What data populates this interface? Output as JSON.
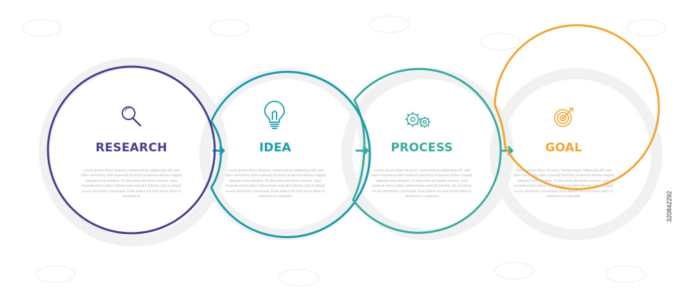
{
  "steps": [
    {
      "title": "RESEARCH",
      "icon": "magnifier-icon",
      "color": "#46418f",
      "body": "Lorem ipsum dolor sit amet, consectetuer adipiscing elit, sed diam nonummy nibh euismod tincidunt ut laoreet dolore magna aliquam erat volutpat. Ut wisi enim ad minim veniam, quis nostrud exerci tation ullamcorper suscipit lobortis nisl ut aliquip ex ea commodo consequat. Duis autem vel eum iriure dolor in hendrerit in"
    },
    {
      "title": "IDEA",
      "icon": "lightbulb-icon",
      "color": "#1a9bac",
      "body": "Lorem ipsum dolor sit amet, consectetuer adipiscing elit, sed diam nonummy nibh euismod tincidunt ut laoreet dolore magna aliquam erat volutpat. Ut wisi enim ad minim veniam, quis nostrud exerci tation ullamcorper suscipit lobortis nisl ut aliquip ex ea commodo consequat. Duis autem vel eum iriure dolor in hendrerit in vulputate"
    },
    {
      "title": "PROCESS",
      "icon": "gears-icon",
      "color": "#3aab9e",
      "body": "Lorem ipsum dolor sit amet, consectetuer adipiscing elit, sed diam nonummy nibh euismod tincidunt ut laoreet dolore magna aliquam erat volutpat. Ut wisi enim ad minim veniam, quis nostrud exerci tation ullamcorper suscipit lobortis nisl ut aliquip ex ea commodo consequat. Duis autem vel eum iriure dolor in hendrerit in vulputate"
    },
    {
      "title": "GOAL",
      "icon": "target-icon",
      "color": "#f3a533",
      "body": "Lorem ipsum dolor sit amet, consectetuer adipiscing elit, sed diam nonummy nibh euismod tincidunt ut laoreet dolore magna aliquam erat volutpat. Ut wisi enim ad minim veniam, quis nostrud exerci tation ullamcorper suscipit lobortis nisl ut aliquip ex ea commodo consequat. Duis autem vel eum iriure dolor in hendrerit in vulputate"
    }
  ],
  "stock_id": "320842292"
}
